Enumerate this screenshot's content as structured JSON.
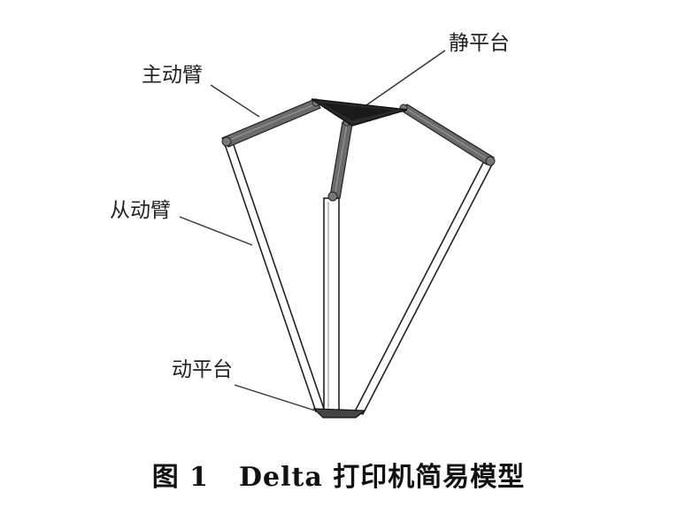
{
  "labels": {
    "static_platform": "静平台",
    "active_arm": "主动臂",
    "passive_arm": "从动臂",
    "moving_platform": "动平台"
  },
  "caption": {
    "figure_number": "图 1",
    "title": "Delta 打印机简易模型"
  }
}
